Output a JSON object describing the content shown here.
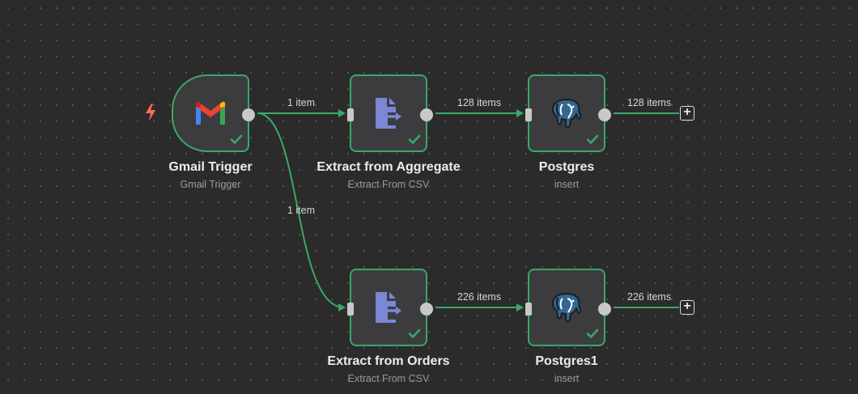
{
  "nodes": {
    "gmail_trigger": {
      "title": "Gmail Trigger",
      "subtitle": "Gmail Trigger",
      "icon": "gmail-icon"
    },
    "extract_aggregate": {
      "title": "Extract from Aggregate",
      "subtitle": "Extract From CSV",
      "icon": "extract-file-icon"
    },
    "postgres": {
      "title": "Postgres",
      "subtitle": "insert",
      "icon": "postgres-icon"
    },
    "extract_orders": {
      "title": "Extract from Orders",
      "subtitle": "Extract From CSV",
      "icon": "extract-file-icon"
    },
    "postgres1": {
      "title": "Postgres1",
      "subtitle": "insert",
      "icon": "postgres-icon"
    }
  },
  "edges": {
    "gmail_to_aggregate": "1 item",
    "gmail_to_orders": "1 item",
    "aggregate_to_postgres": "128 items",
    "postgres_out": "128 items",
    "orders_to_postgres1": "226 items",
    "postgres1_out": "226 items"
  },
  "add_button_symbol": "+",
  "colors": {
    "canvas_bg": "#2b2b2b",
    "node_bg": "#3c3c3f",
    "success": "#3aa867",
    "trigger_bolt": "#ff6d5a",
    "extract_icon": "#7b86d6"
  }
}
